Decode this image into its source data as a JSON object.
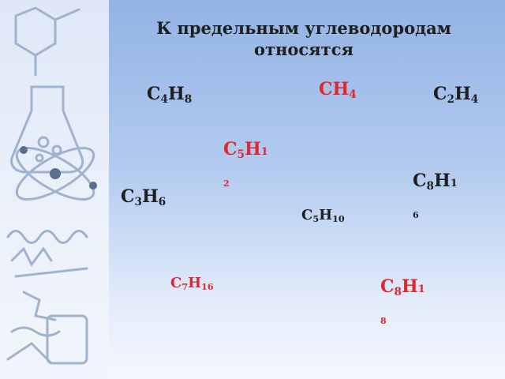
{
  "slide": {
    "title_line1": "К предельным углеводородам",
    "title_line2": "относятся"
  },
  "formulas": {
    "c4h8": {
      "el1": "C",
      "n1": "4",
      "el2": "H",
      "n2": "8"
    },
    "ch4": {
      "el1": "CH",
      "n1": "4"
    },
    "c2h4": {
      "el1": "C",
      "n1": "2",
      "el2": "H",
      "n2": "4"
    },
    "c5h12": {
      "el1": "C",
      "n1": "5",
      "el2": "H",
      "n2a": "1",
      "n2b": "2"
    },
    "c8h16": {
      "el1": "C",
      "n1": "8",
      "el2": "H",
      "n2a": "1",
      "n2b": "6"
    },
    "c3h6": {
      "el1": "C",
      "n1": "3",
      "el2": "H",
      "n2": "6"
    },
    "c5h10": {
      "el1": "C",
      "n1": "5",
      "el2": "H",
      "n2": "10"
    },
    "c7h16": {
      "el1": "C",
      "n1": "7",
      "el2": "H",
      "n2": "16"
    },
    "c8h18": {
      "el1": "C",
      "n1": "8",
      "el2": "H",
      "n2a": "1",
      "n2b": "8"
    }
  },
  "colors": {
    "correct": "#e0262f",
    "incorrect": "#1f1f1f"
  }
}
